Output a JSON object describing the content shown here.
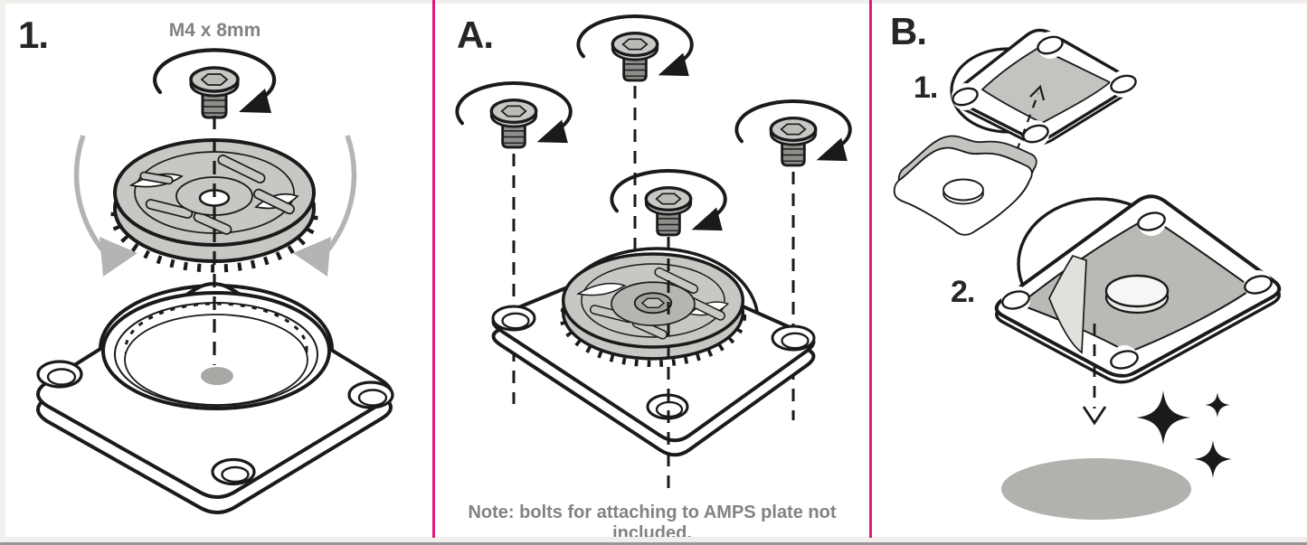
{
  "colors": {
    "accent-pink": "#e4187c",
    "ink": "#1a1a1a",
    "text-dark": "#262626",
    "text-gray": "#828282",
    "frame-gray": "#f1efec"
  },
  "panels": [
    {
      "step_label": "1.",
      "screw_size_label": "M4 x 8mm"
    },
    {
      "step_label": "A.",
      "note": "Note: bolts for attaching to AMPS plate not included."
    },
    {
      "step_label": "B.",
      "substep1_label": "1.",
      "substep2_label": "2."
    }
  ]
}
